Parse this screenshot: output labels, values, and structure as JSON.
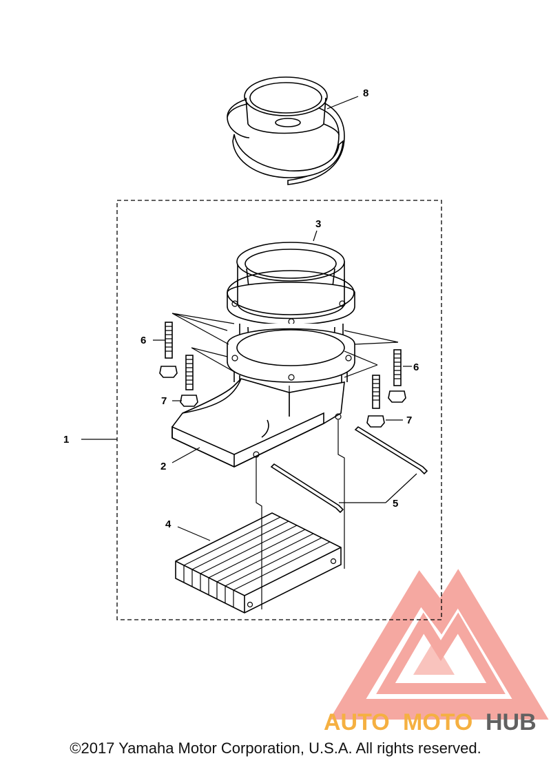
{
  "callouts": {
    "c1": "1",
    "c2": "2",
    "c3": "3",
    "c4": "4",
    "c5": "5",
    "c6a": "6",
    "c6b": "6",
    "c7a": "7",
    "c7b": "7",
    "c8": "8"
  },
  "watermark": {
    "text_auto": "AUTO",
    "text_moto": "MOTO",
    "text_hub": "HUB",
    "colors": {
      "triangle": "#f28b82",
      "auto": "#f5b041",
      "moto": "#f5b041",
      "hub": "#616161"
    }
  },
  "footer": {
    "copyright": "©2017 Yamaha Motor Corporation, U.S.A. All rights reserved."
  }
}
